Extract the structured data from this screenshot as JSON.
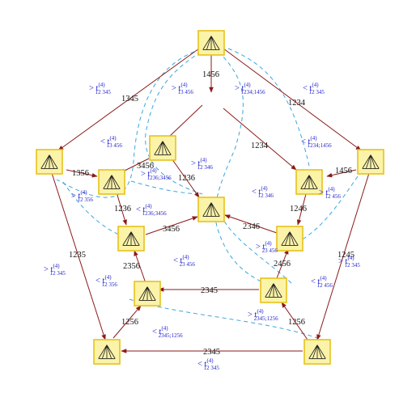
{
  "edges": [
    {
      "id": "e-top-leftbig",
      "label": "1345"
    },
    {
      "id": "e-top-center",
      "label": "1456"
    },
    {
      "id": "e-top-rightbig",
      "label": "1234"
    },
    {
      "id": "e-top-innertop",
      "label": ""
    },
    {
      "id": "e-innertop-leftsmall",
      "label": "3456"
    },
    {
      "id": "e-innertop-center",
      "label": "1236"
    },
    {
      "id": "e-center-innerright",
      "label": "1234"
    },
    {
      "id": "e-leftbig-leftsmall",
      "label": "1356"
    },
    {
      "id": "e-rightbig-innerright",
      "label": "1456"
    },
    {
      "id": "e-leftsmall-lowerleft",
      "label": "1236"
    },
    {
      "id": "e-innerright-lowerright",
      "label": "1246"
    },
    {
      "id": "e-lowerleft-center",
      "label": "3456"
    },
    {
      "id": "e-lowerright-center",
      "label": "2346"
    },
    {
      "id": "e-leftbig-bottomleft",
      "label": "1235"
    },
    {
      "id": "e-rightbig-bottomright",
      "label": "1245"
    },
    {
      "id": "e-bottomleft-lowerleft2",
      "label": "1256"
    },
    {
      "id": "e-lowerleft2-lowerleft",
      "label": "2356"
    },
    {
      "id": "e-lowerright2-lowerright",
      "label": "2456"
    },
    {
      "id": "e-lowerright2-lowerleft2",
      "label": "2345"
    },
    {
      "id": "e-bottomright-lowerright2",
      "label": "1256"
    },
    {
      "id": "e-bottomright-bottomleft",
      "label": "2345"
    }
  ],
  "inequalities": [
    {
      "id": "q1",
      "rel": ">",
      "sup": "(4)",
      "sub": "12 345"
    },
    {
      "id": "q2",
      "rel": "<",
      "sup": "(4)",
      "sub": "13 456"
    },
    {
      "id": "q3",
      "rel": ">",
      "sup": "(4)",
      "sub": "13 456"
    },
    {
      "id": "q4",
      "rel": ">",
      "sup": "(4)",
      "sub": "1234;1456"
    },
    {
      "id": "q5",
      "rel": "<",
      "sup": "(4)",
      "sub": "12 345"
    },
    {
      "id": "q6",
      "rel": "<",
      "sup": "(4)",
      "sub": "1234;1456"
    },
    {
      "id": "q7",
      "rel": ">",
      "sup": "(4)",
      "sub": "12 346"
    },
    {
      "id": "q8",
      "rel": ">",
      "sup": "(4)",
      "sub": "1236;3456"
    },
    {
      "id": "q9",
      "rel": ">",
      "sup": "(4)",
      "sub": "12 356"
    },
    {
      "id": "q10",
      "rel": "<",
      "sup": "(4)",
      "sub": "1236;3456"
    },
    {
      "id": "q11",
      "rel": "<",
      "sup": "(4)",
      "sub": "12 346"
    },
    {
      "id": "q12",
      "rel": ">",
      "sup": "(4)",
      "sub": "12 456"
    },
    {
      "id": "q13",
      "rel": ">",
      "sup": "(4)",
      "sub": "23 456"
    },
    {
      "id": "q14",
      "rel": "<",
      "sup": "(4)",
      "sub": "23 456"
    },
    {
      "id": "q15",
      "rel": "<",
      "sup": "(4)",
      "sub": "12 356"
    },
    {
      "id": "q16",
      "rel": "<",
      "sup": "(4)",
      "sub": "12 456"
    },
    {
      "id": "q17",
      "rel": ">",
      "sup": "(4)",
      "sub": "12 345"
    },
    {
      "id": "q18",
      "rel": ">",
      "sup": "(4)",
      "sub": "12 345"
    },
    {
      "id": "q19",
      "rel": ">",
      "sup": "(4)",
      "sub": "2345;1256"
    },
    {
      "id": "q20",
      "rel": "<",
      "sup": "(4)",
      "sub": "2345;1256"
    },
    {
      "id": "q21",
      "rel": "<",
      "sup": "(4)",
      "sub": "12 345"
    }
  ],
  "colors": {
    "edge": "#8b1a1a",
    "dashed": "#3aa7dc",
    "node_fill": "#fbf3a8",
    "node_border": "#e6c21c",
    "inequality_text": "#2222cc"
  }
}
